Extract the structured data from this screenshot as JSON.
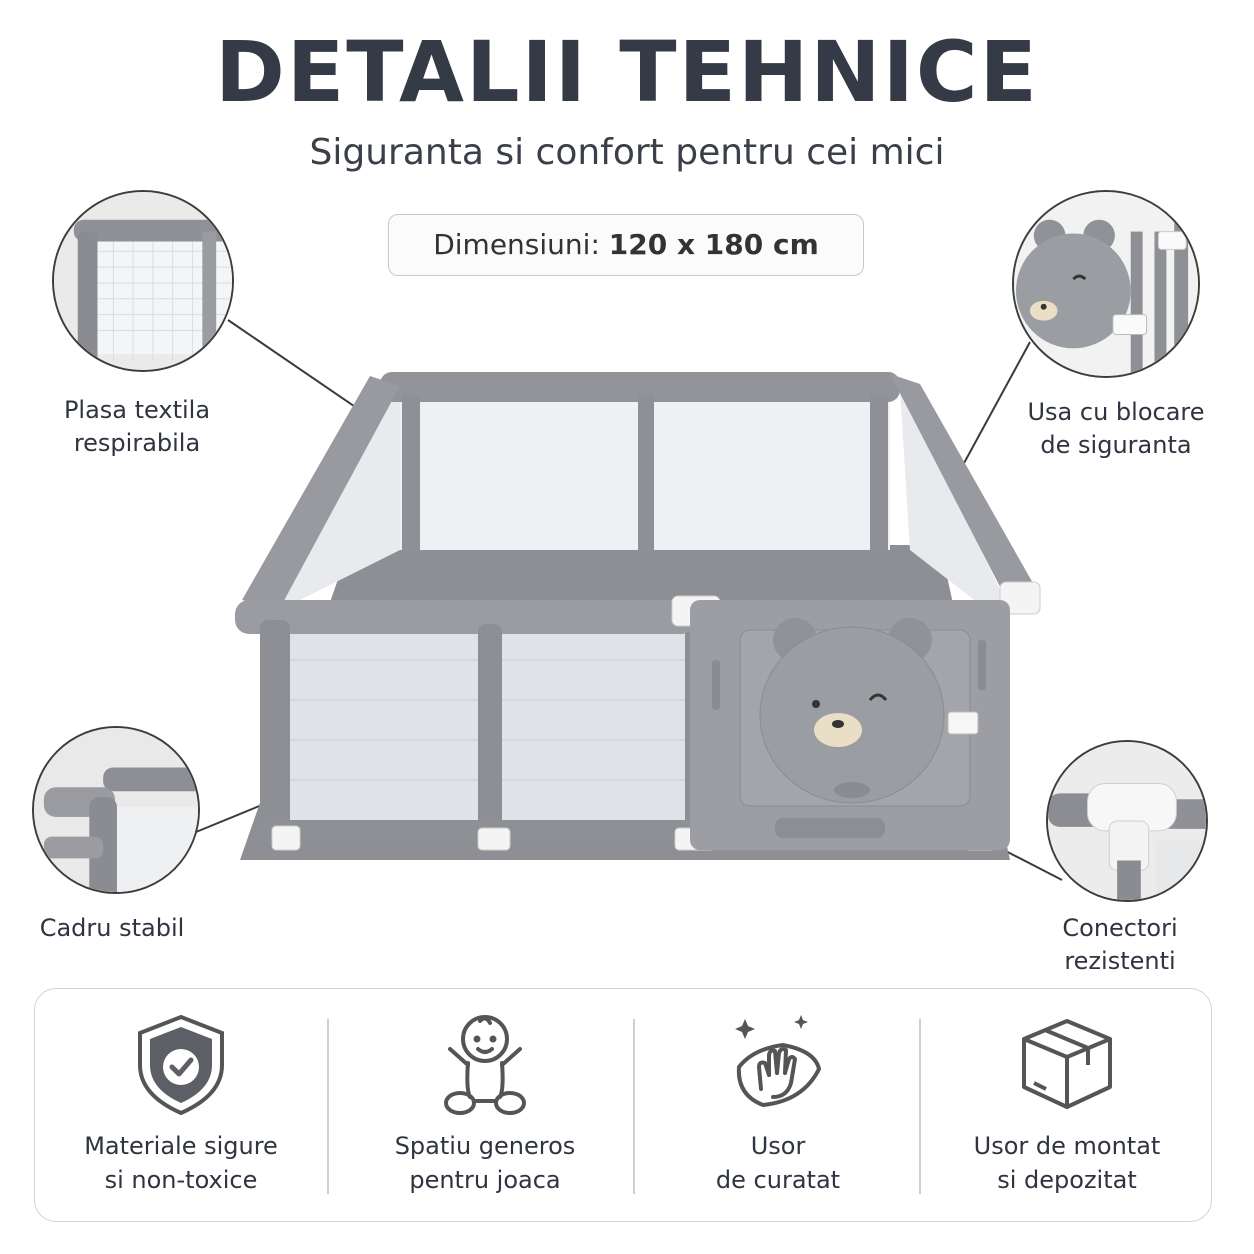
{
  "header": {
    "title": "DETALII TEHNICE",
    "subtitle": "Siguranta si confort pentru cei mici"
  },
  "dimensions": {
    "label": "Dimensiuni:",
    "value": "120 x 180 cm"
  },
  "callouts": {
    "mesh": "Plasa textila\nrespirabila",
    "door": "Usa cu blocare\nde siguranta",
    "frame": "Cadru stabil",
    "connectors": "Conectori\nrezistenti"
  },
  "features": [
    {
      "icon": "shield-check-icon",
      "text": "Materiale sigure\nsi non-toxice"
    },
    {
      "icon": "baby-icon",
      "text": "Spatiu generos\npentru joaca"
    },
    {
      "icon": "cleaning-hand-icon",
      "text": "Usor\nde curatat"
    },
    {
      "icon": "box-icon",
      "text": "Usor de montat\nsi depozitat"
    }
  ],
  "colors": {
    "text": "#2f3440",
    "fabric": "#8e9095",
    "mesh": "#eef0f3",
    "floor": "#8a8c91",
    "connector": "#f4f4f4"
  }
}
